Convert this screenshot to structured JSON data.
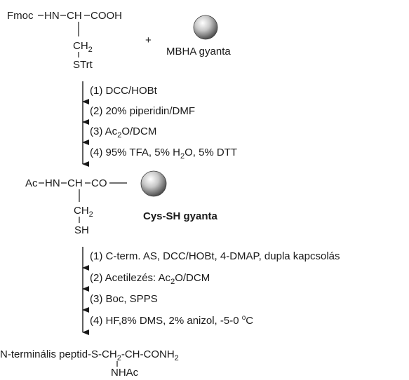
{
  "start_material": {
    "fmoc": "Fmoc",
    "hn": "HN",
    "ch": "CH",
    "cooh": "COOH",
    "ch2_c": "CH",
    "ch2_n": "2",
    "strt": "STrt",
    "plus": "+",
    "resin_label": "MBHA gyanta"
  },
  "step1": [
    {
      "prefix": "(1) DCC/HOBt"
    },
    {
      "prefix": "(2) 20% piperidin/DMF"
    },
    {
      "prefix": "(3) Ac",
      "sub": "2",
      "suffix": "O/DCM"
    },
    {
      "prefix": "(4) 95% TFA, 5% H",
      "sub": "2",
      "suffix": "O, 5% DTT"
    }
  ],
  "intermediate": {
    "ac": "Ac",
    "hn": "HN",
    "ch": "CH",
    "co": "CO",
    "ch2_c": "CH",
    "ch2_n": "2",
    "sh": "SH",
    "label": "Cys-SH gyanta"
  },
  "step2": [
    {
      "prefix": "(1) C-term. AS, DCC/HOBt, 4-DMAP, dupla kapcsolás"
    },
    {
      "prefix": "(2) Acetilezés: Ac",
      "sub": "2",
      "suffix": "O/DCM"
    },
    {
      "prefix": "(3) Boc, SPPS"
    },
    {
      "prefix": "(4) HF,8% DMS, 2% anizol, -5-0 ",
      "sup": "o",
      "suffix": "C"
    }
  ],
  "product": {
    "p1": "N-terminális peptid-S-CH",
    "s1": "2",
    "p2": "-CH-CONH",
    "s2": "2",
    "nhac": "NHAc"
  },
  "colors": {
    "line": "#1a1a1a",
    "bead_light": "#f4f4f4",
    "bead_dark": "#5a5a5a"
  }
}
